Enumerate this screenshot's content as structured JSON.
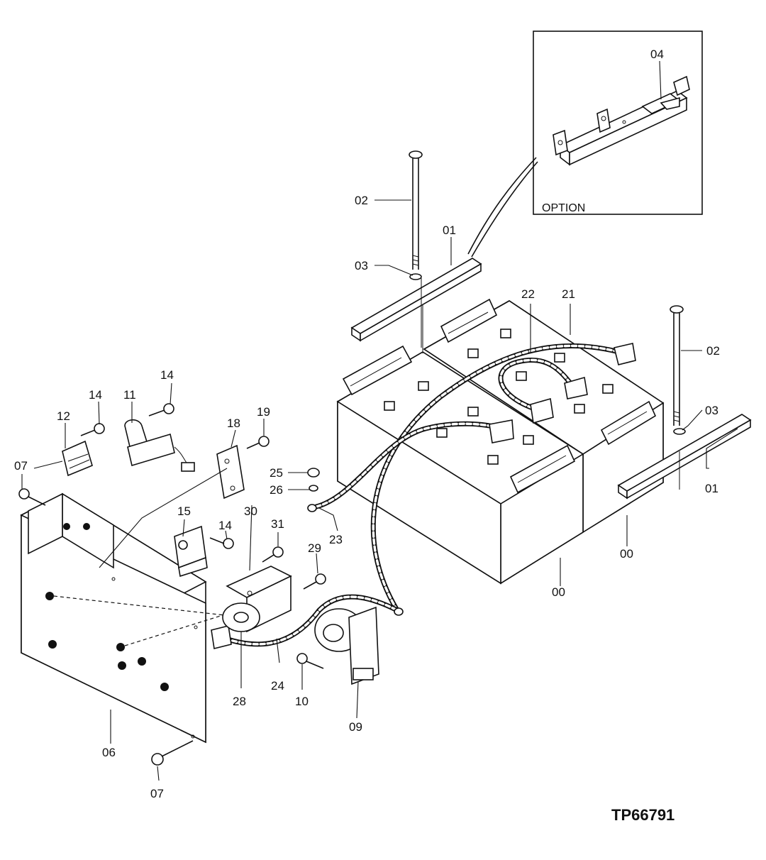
{
  "drawing_id": "TP66791",
  "option_label": "OPTION",
  "callouts": {
    "c00a": "00",
    "c00b": "00",
    "c01a": "01",
    "c01b": "01",
    "c02a": "02",
    "c02b": "02",
    "c03a": "03",
    "c03b": "03",
    "c04": "04",
    "c06": "06",
    "c07a": "07",
    "c07b": "07",
    "c09": "09",
    "c10": "10",
    "c11": "11",
    "c12": "12",
    "c14a": "14",
    "c14b": "14",
    "c14c": "14",
    "c15": "15",
    "c18": "18",
    "c19": "19",
    "c21": "21",
    "c22": "22",
    "c23": "23",
    "c24": "24",
    "c25": "25",
    "c26": "26",
    "c28": "28",
    "c29": "29",
    "c30": "30",
    "c31": "31"
  }
}
